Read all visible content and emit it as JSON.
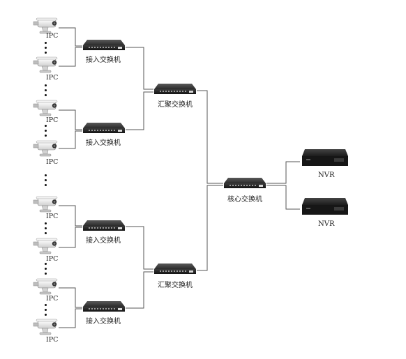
{
  "diagram": {
    "ipc_label": "IPC",
    "access_switch_label": "接入交换机",
    "aggregation_switch_label": "汇聚交换机",
    "core_switch_label": "核心交换机",
    "nvr_label": "NVR"
  },
  "ipc_cameras": [
    {
      "label": "IPC"
    },
    {
      "label": "IPC"
    },
    {
      "label": "IPC"
    },
    {
      "label": "IPC"
    },
    {
      "label": "IPC"
    },
    {
      "label": "IPC"
    },
    {
      "label": "IPC"
    },
    {
      "label": "IPC"
    }
  ],
  "access_switches": [
    {
      "label": "接入交换机"
    },
    {
      "label": "接入交换机"
    },
    {
      "label": "接入交换机"
    },
    {
      "label": "接入交换机"
    }
  ],
  "aggregation_switches": [
    {
      "label": "汇聚交换机"
    },
    {
      "label": "汇聚交换机"
    }
  ],
  "core_switch": {
    "label": "核心交换机"
  },
  "nvrs": [
    {
      "label": "NVR"
    },
    {
      "label": "NVR"
    }
  ],
  "colors": {
    "line": "#555555",
    "device_dark": "#2b2b2b",
    "camera_body": "#e9e9e9"
  }
}
